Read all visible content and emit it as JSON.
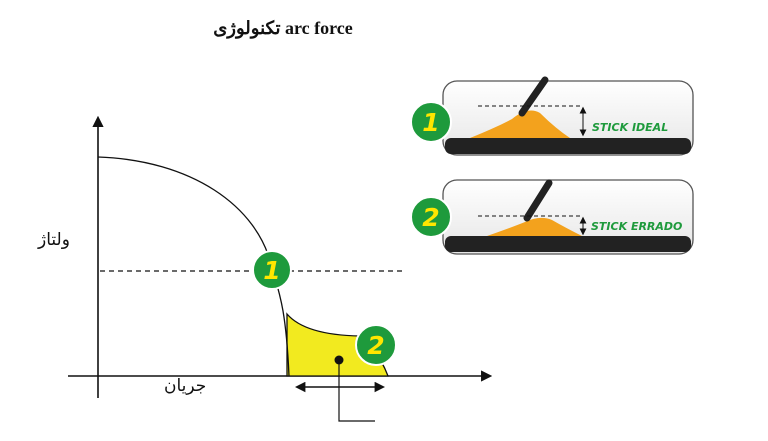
{
  "title": "تکنولوژی arc force",
  "ylabel": "ولتاژ",
  "xlabel": "جریان",
  "markers": {
    "one": "1",
    "two": "2"
  },
  "panels": [
    {
      "number": "1",
      "label": "STICK IDEAL"
    },
    {
      "number": "2",
      "label": "STICK ERRADO"
    }
  ],
  "colors": {
    "badge_green": "#1e9a3c",
    "badge_text": "#ffe600",
    "region_fill": "#f2ea1f",
    "weld_orange": "#f3a21d",
    "label_green": "#1e9a3c"
  }
}
